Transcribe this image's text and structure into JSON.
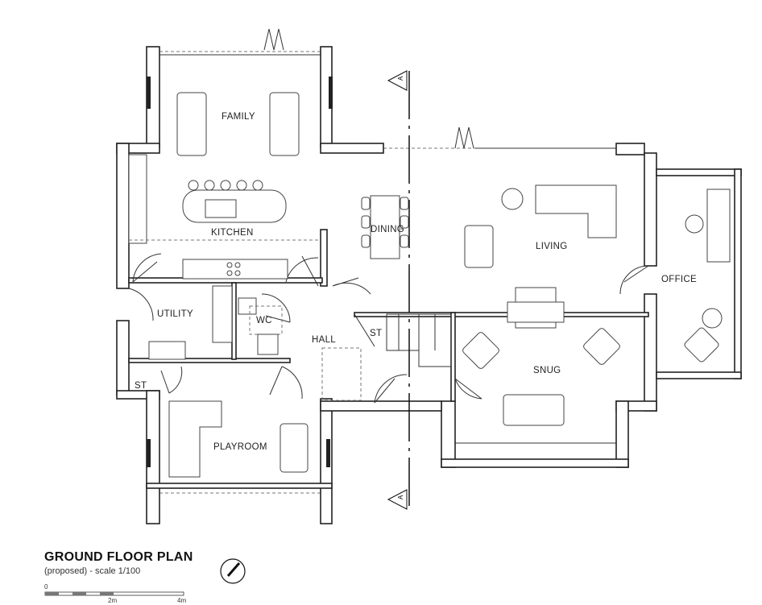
{
  "rooms": {
    "family": "FAMILY",
    "kitchen": "KITCHEN",
    "dining": "DINING",
    "living": "LIVING",
    "office": "OFFICE",
    "utility": "UTILITY",
    "wc": "WC",
    "hall": "HALL",
    "store_stair": "ST",
    "store_utility": "ST",
    "snug": "SNUG",
    "playroom": "PLAYROOM"
  },
  "section_markers": [
    "A",
    "A"
  ],
  "title": {
    "heading": "GROUND FLOOR PLAN",
    "subtitle": "(proposed) - scale 1/100"
  },
  "scale_bar": {
    "labels": [
      "0",
      "2m",
      "4m"
    ]
  }
}
